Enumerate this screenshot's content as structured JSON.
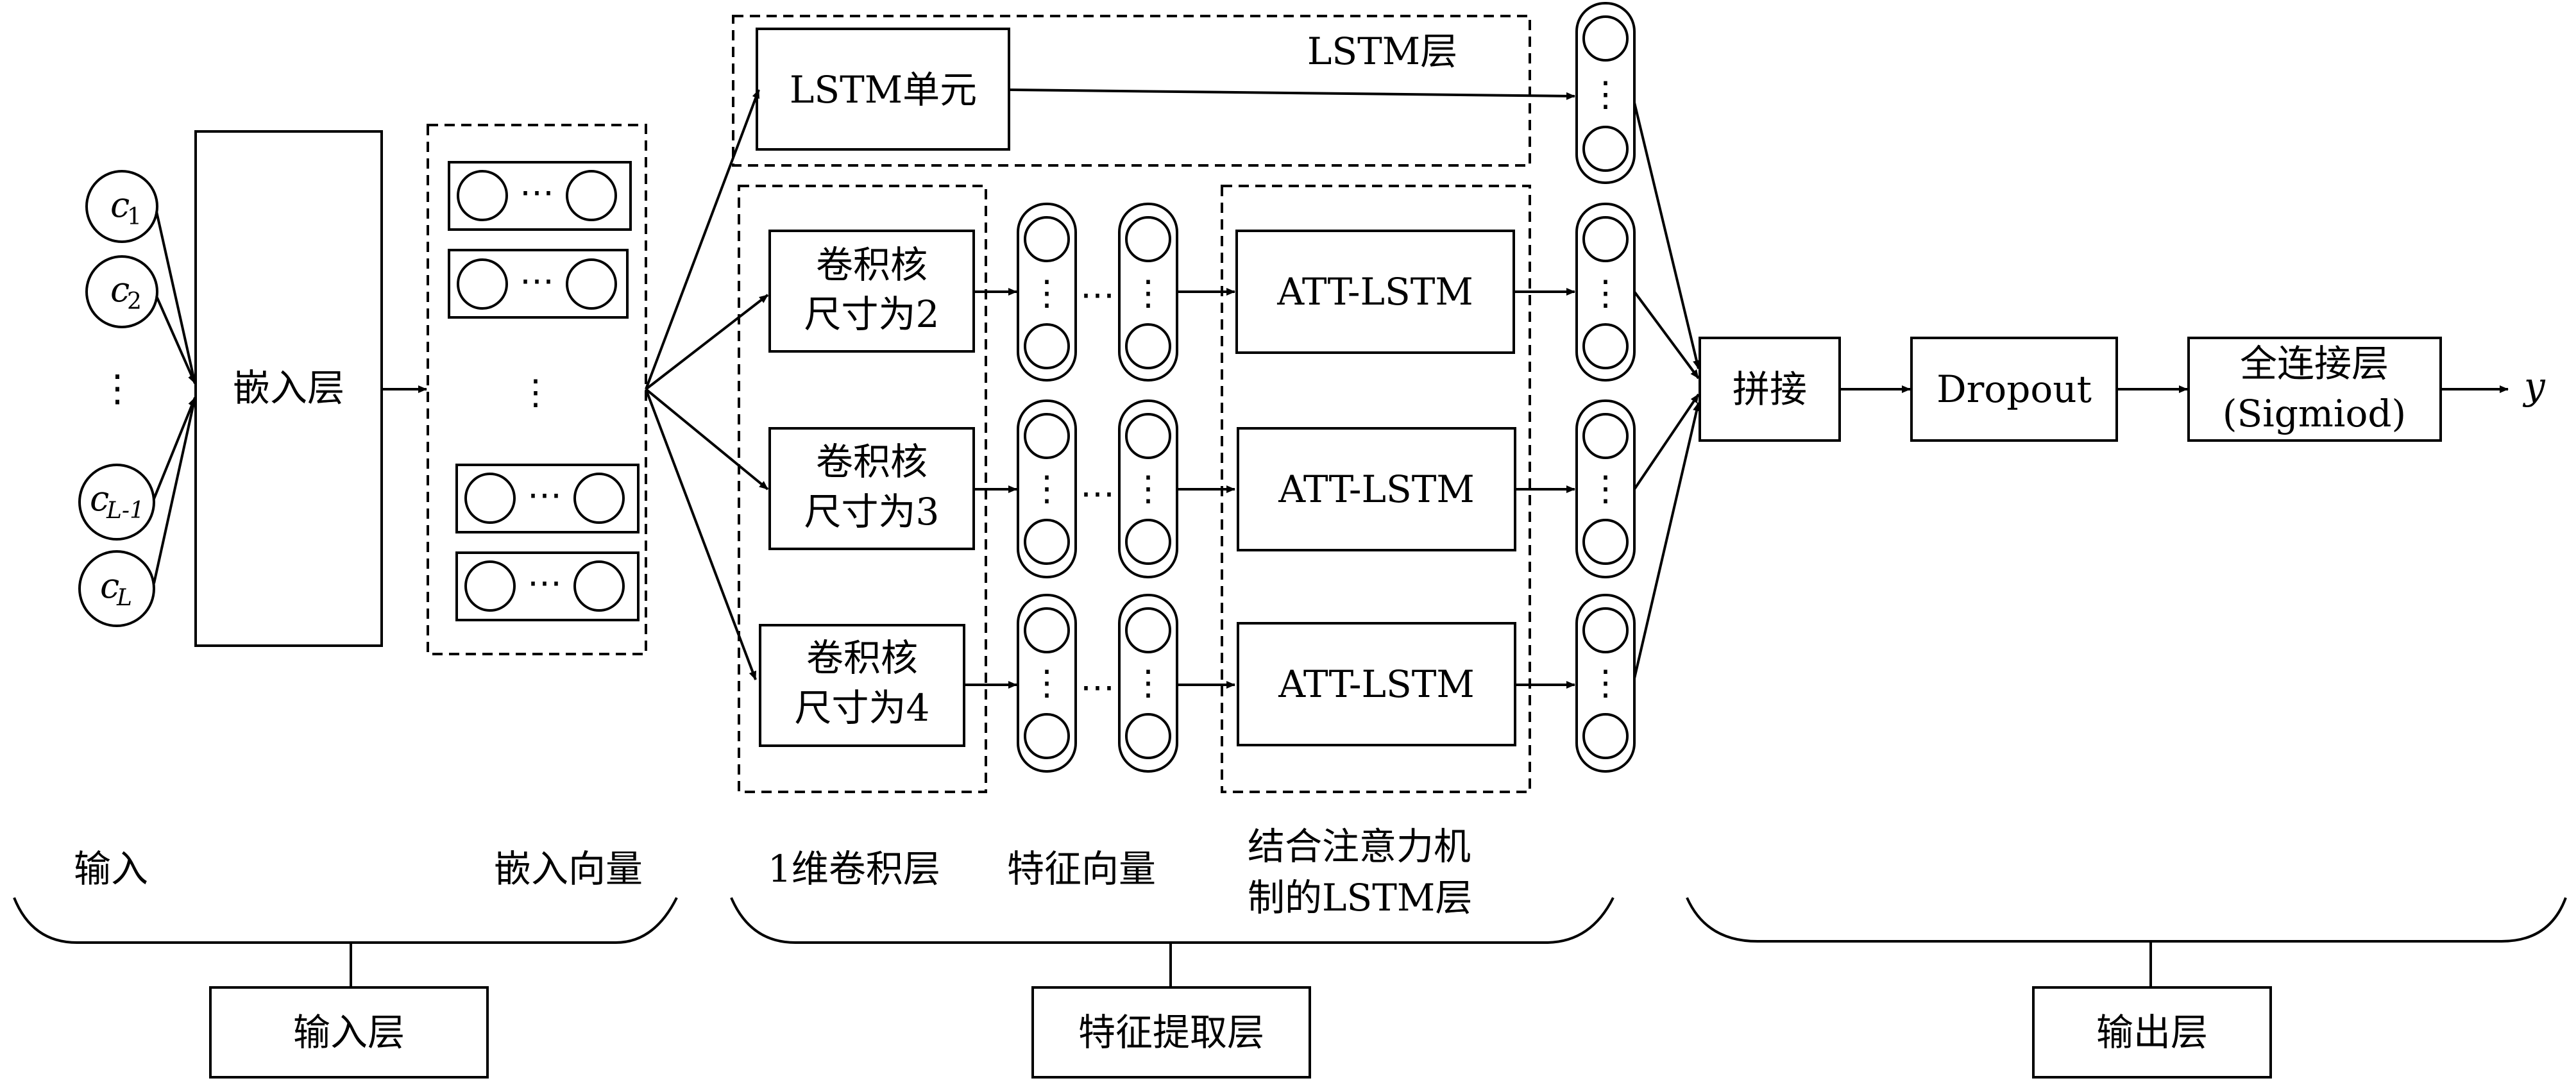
{
  "inputs": {
    "c": "c",
    "sub1": "1",
    "sub2": "2",
    "subL1": "L-1",
    "subL": "L",
    "dots": "⋮"
  },
  "embed_layer": "嵌入层",
  "embed_vectors": {
    "row_dots": "⋯",
    "col_dots": "⋮"
  },
  "lstm": {
    "unit": "LSTM单元",
    "layer": "LSTM层"
  },
  "conv": {
    "kernel_2_line1": "卷积核",
    "kernel_2_line2": "尺寸为2",
    "kernel_3_line1": "卷积核",
    "kernel_3_line2": "尺寸为3",
    "kernel_4_line1": "卷积核",
    "kernel_4_line2": "尺寸为4"
  },
  "feature_dots": {
    "row": "⋯",
    "col": "⋮"
  },
  "att": {
    "a1": "ATT-LSTM",
    "a2": "ATT-LSTM",
    "a3": "ATT-LSTM"
  },
  "output": {
    "concat": "拼接",
    "dropout": "Dropout",
    "fc_line1": "全连接层",
    "fc_line2": "(Sigmiod)",
    "y": "y"
  },
  "captions": {
    "input": "输入",
    "embed_vec": "嵌入向量",
    "conv1d": "1维卷积层",
    "feature_vec": "特征向量",
    "att_line1": "结合注意力机",
    "att_line2": "制的LSTM层"
  },
  "groups": {
    "input_layer": "输入层",
    "feature_layer": "特征提取层",
    "output_layer": "输出层"
  }
}
